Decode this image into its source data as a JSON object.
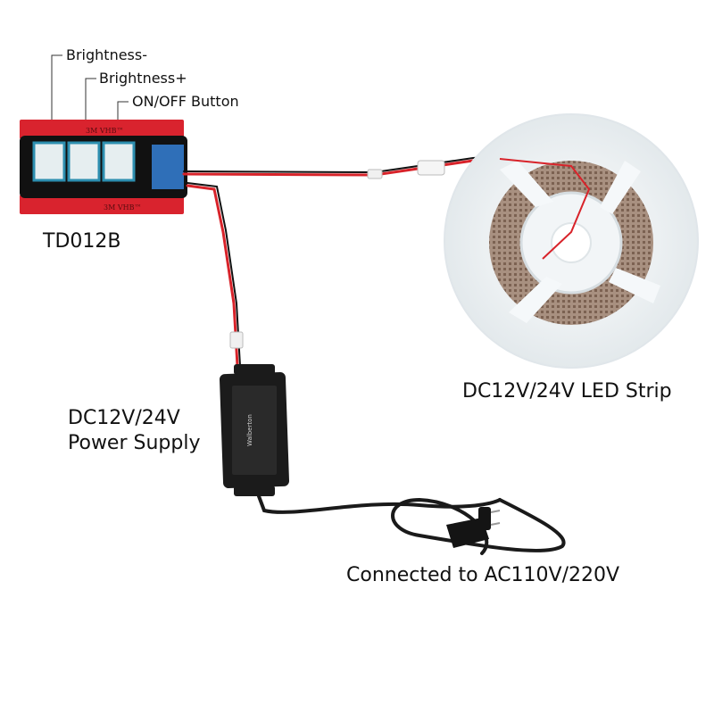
{
  "controller": {
    "name": "TD012B",
    "buttons": [
      {
        "label": "Brightness-"
      },
      {
        "label": "Brightness+"
      },
      {
        "label": "ON/OFF Button"
      }
    ],
    "tape_marking": "3M VHB™",
    "tape_color": "#d9232e",
    "button_color": "#e6eef0",
    "pcb_color": "#2f6fb8"
  },
  "led_strip": {
    "label": "DC12V/24V LED Strip"
  },
  "power_supply": {
    "label_line1": "DC12V/24V",
    "label_line2": "Power Supply",
    "brand": "Walberton"
  },
  "mains": {
    "label": "Connected to AC110V/220V"
  },
  "colors": {
    "wire_red": "#d8232a",
    "wire_black": "#111111",
    "cord": "#1a1a1a",
    "reel": "#eef2f4",
    "led_tape": "#a08878"
  }
}
